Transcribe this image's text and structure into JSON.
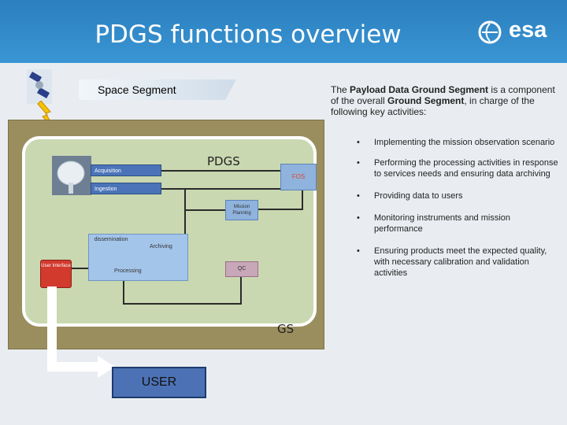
{
  "header": {
    "title": "PDGS functions overview",
    "logo_text": "esa"
  },
  "banner": {
    "label": "Space Segment"
  },
  "diagram": {
    "gs_label": "GS",
    "pdgs_label": "PDGS",
    "acquisition": "Acquisition",
    "ingestion": "Ingestion",
    "fos": "FOS",
    "mission_planning": "Mission Planning",
    "dissemination": "dissemination",
    "archiving": "Archiving",
    "processing": "Processing",
    "qc": "QC",
    "user_interface": "User Interface",
    "user": "USER"
  },
  "description": {
    "pre1": "The ",
    "bold1": "Payload Data Ground Segment",
    "mid": " is a component of the overall ",
    "bold2": "Ground Segment",
    "post": ", in charge of the following key activities:"
  },
  "bullets": [
    "Implementing the mission observation scenario",
    "Performing the processing activities in response to services needs and ensuring data archiving",
    "Providing data to users",
    "Monitoring instruments and mission performance",
    "Ensuring products meet the expected quality, with necessary calibration and validation activities"
  ],
  "colors": {
    "header_blue": "#3a95d4",
    "gs_olive": "#9b8e5e",
    "pdgs_green": "#c9d8b0",
    "process_blue": "#4b74b8",
    "ui_red": "#d23a2e"
  }
}
